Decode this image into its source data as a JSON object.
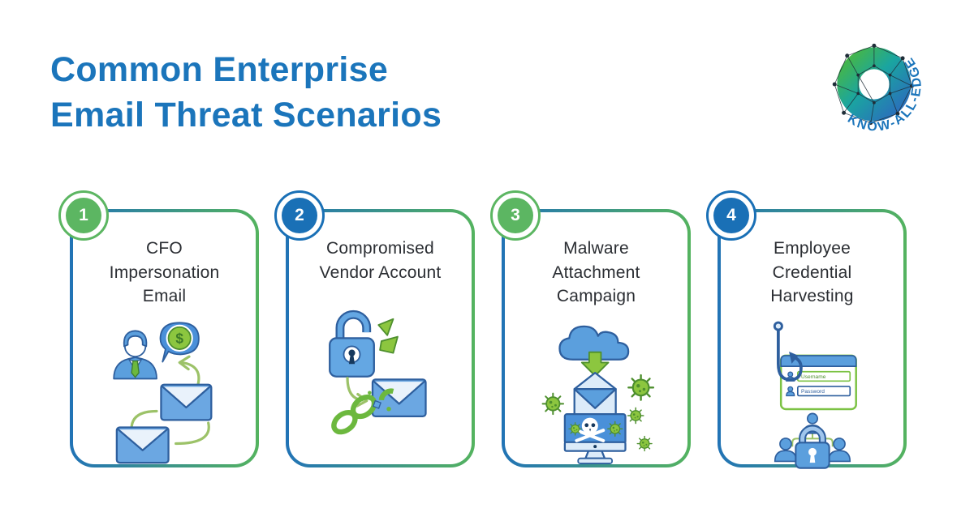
{
  "header": {
    "title_line1": "Common Enterprise",
    "title_line2": "Email Threat Scenarios"
  },
  "logo": {
    "text": "KNOW-ALL-EDGE"
  },
  "cards": [
    {
      "number": "1",
      "title": "CFO Impersonation Email",
      "badge_color": "#5cb662",
      "bubble_symbol": "$"
    },
    {
      "number": "2",
      "title": "Compromised Vendor Account",
      "badge_color": "#1a70b6"
    },
    {
      "number": "3",
      "title": "Malware Attachment Campaign",
      "badge_color": "#5cb662"
    },
    {
      "number": "4",
      "title": "Employee Credential Harvesting",
      "badge_color": "#1a70b6",
      "fields": [
        "Username",
        "Password"
      ]
    }
  ],
  "colors": {
    "title_blue": "#1b75bb",
    "border_gradient_start": "#2173b6",
    "border_gradient_end": "#54b35f",
    "illustration_blue": "#5b9fdd",
    "illustration_green": "#8cc63f"
  }
}
